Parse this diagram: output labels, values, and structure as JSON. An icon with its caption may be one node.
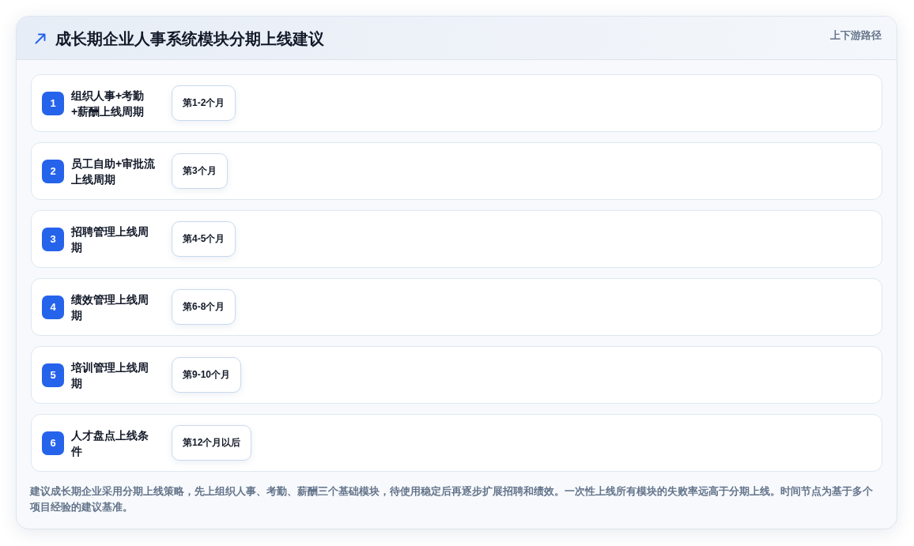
{
  "diagram": {
    "title": "成长期企业人事系统模块分期上线建议",
    "caption": "建议成长期企业采用分期上线策略，先上组织人事、考勤、薪酬三个基础模块，待使用稳定后再逐步扩展招聘和绩效。一次性上线所有模块的失败率远高于分期上线。时间节点为基于多个项目经验的建议基准。",
    "nodes": [
      {
        "text": [
          "组织人事+考勤+薪酬上线周期"
        ]
      },
      {
        "text": [
          "1"
        ],
        "in": 0
      },
      {
        "text": [
          "第1-2个月"
        ],
        "in": 0
      },
      {
        "text": [
          "员工自助+审批流上线周期"
        ]
      },
      {
        "text": [
          "2"
        ],
        "in": 3
      },
      {
        "text": [
          "第3个月"
        ],
        "in": 3
      },
      {
        "text": [
          "招聘管理上线周期"
        ]
      },
      {
        "text": [
          "3"
        ],
        "in": 6
      },
      {
        "text": [
          "第4-5个月"
        ],
        "in": 6
      },
      {
        "text": [
          "绩效管理上线周期"
        ]
      },
      {
        "text": [
          "4"
        ],
        "in": 9
      },
      {
        "text": [
          "第6-8个月"
        ],
        "in": 9
      },
      {
        "text": [
          "培训管理上线周期"
        ]
      },
      {
        "text": [
          "5"
        ],
        "in": 12
      },
      {
        "text": [
          "第9-10个月"
        ],
        "in": 12
      },
      {
        "text": [
          "人才盘点上线条件"
        ]
      },
      {
        "text": [
          "6"
        ],
        "in": 15
      },
      {
        "text": [
          "第12个月以后"
        ],
        "in": 15
      }
    ],
    "labels": [
      "上下游路径"
    ]
  }
}
